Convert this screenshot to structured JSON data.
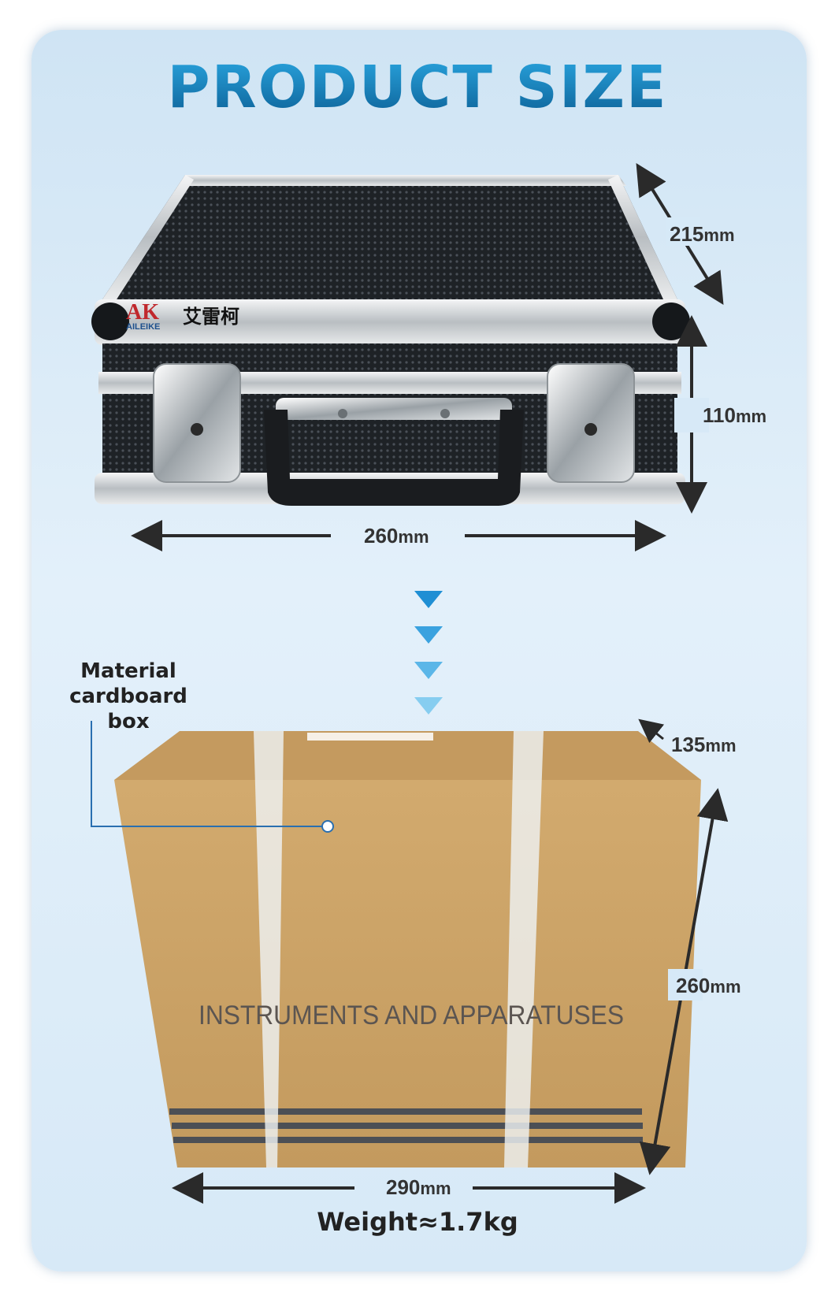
{
  "title": "PRODUCT SIZE",
  "case": {
    "brand_logo": "AK",
    "brand_name": "AILEIKE",
    "brand_cn": "艾雷柯",
    "depth": "215",
    "height": "110",
    "width": "260"
  },
  "box": {
    "material_line1": "Material",
    "material_line2": "cardboard box",
    "print_text": "INSTRUMENTS AND APPARATUSES",
    "depth": "135",
    "height": "260",
    "width": "290"
  },
  "unit": "mm",
  "weight": "Weight≈1.7kg",
  "colors": {
    "accent": "#1a7db8",
    "arrow": "#3aa6df",
    "cardboard": "#c9a064"
  }
}
